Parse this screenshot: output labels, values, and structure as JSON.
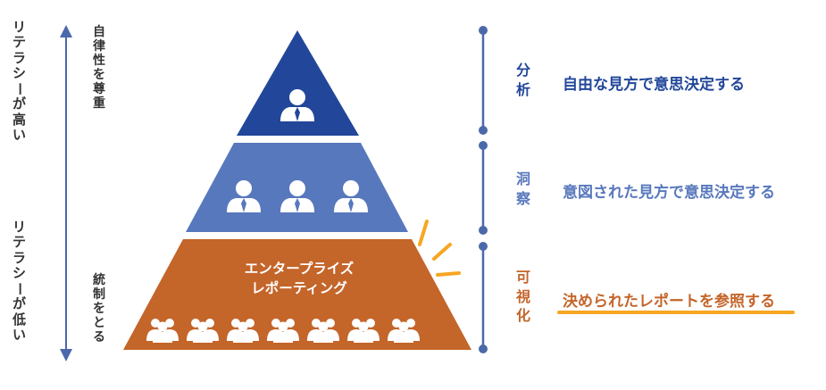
{
  "colors": {
    "top": "#22479a",
    "middle": "#5878bd",
    "bottom": "#c4652a",
    "axis": "#4b69aa",
    "highlight": "#f6a623",
    "vertical_text": "#333333"
  },
  "left_axis": {
    "high_literacy": "リテラシーが高い",
    "low_literacy": "リテラシーが低い",
    "respect_autonomy": "自律性を尊重",
    "take_control": "統制をとる"
  },
  "pyramid": {
    "bottom_label_line1": "エンタープライズ",
    "bottom_label_line2": "レポーティング",
    "top_icon": "person-icon",
    "middle_icon": "person-icon",
    "bottom_icon": "group-icon"
  },
  "tiers": [
    {
      "label": "分析",
      "statement": "自由な見方で意思決定する"
    },
    {
      "label": "洞察",
      "statement": "意図された見方で意思決定する"
    },
    {
      "label": "可視化",
      "statement": "決められたレポートを参照する"
    }
  ]
}
